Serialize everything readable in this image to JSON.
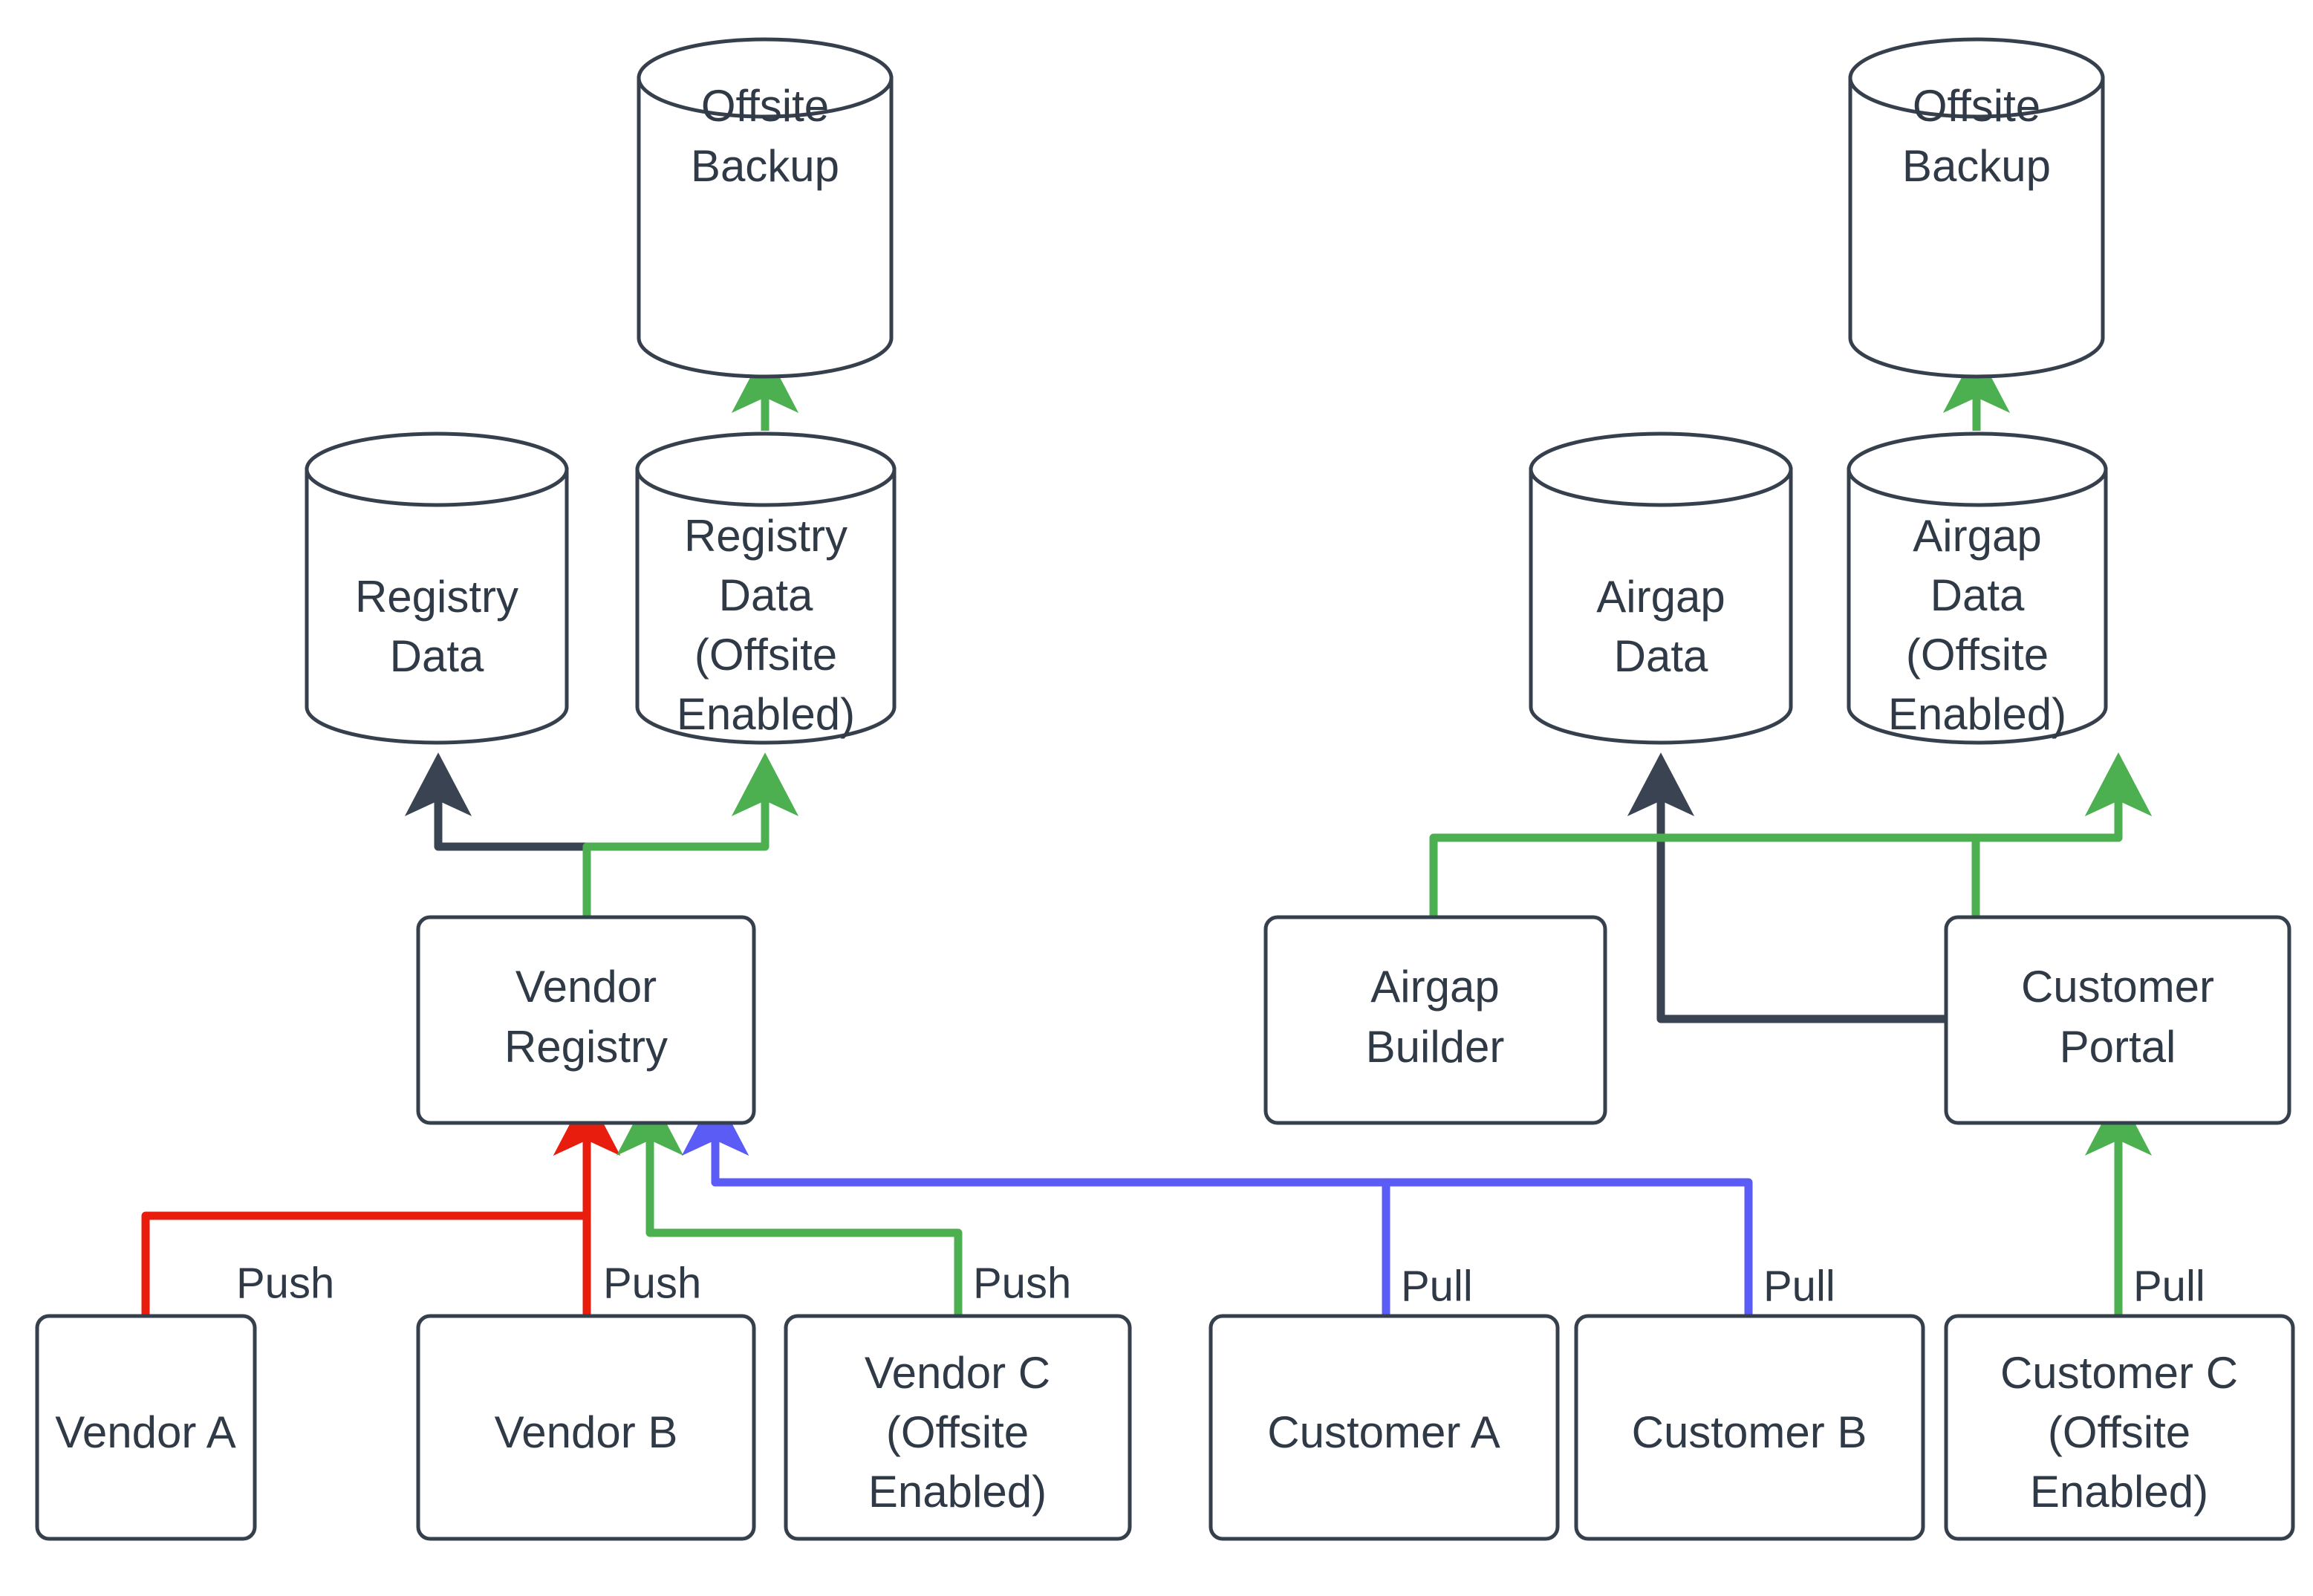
{
  "diagram": {
    "type": "flowchart",
    "title": "Vendor / Customer registry replication and offsite backup flow",
    "background": "#ffffff",
    "colors": {
      "node_stroke": "#36404d",
      "node_fill": "#ffffff",
      "text": "#2f3a46",
      "edge_default": "#3a4351",
      "edge_green": "#4caf50",
      "edge_red": "#e81d0e",
      "edge_purple": "#5b5bf5"
    },
    "nodes": [
      {
        "id": "offsite_backup_left",
        "shape": "cylinder",
        "lines": [
          "Offsite",
          "Backup"
        ]
      },
      {
        "id": "registry_data",
        "shape": "cylinder",
        "lines": [
          "Registry",
          "Data"
        ]
      },
      {
        "id": "registry_data_offsite",
        "shape": "cylinder",
        "lines": [
          "Registry",
          "Data",
          "(Offsite",
          "Enabled)"
        ]
      },
      {
        "id": "vendor_registry",
        "shape": "rect",
        "lines": [
          "Vendor",
          "Registry"
        ]
      },
      {
        "id": "vendor_a",
        "shape": "rect",
        "lines": [
          "Vendor A"
        ]
      },
      {
        "id": "vendor_b",
        "shape": "rect",
        "lines": [
          "Vendor B"
        ]
      },
      {
        "id": "vendor_c",
        "shape": "rect",
        "lines": [
          "Vendor C",
          "(Offsite",
          "Enabled)"
        ]
      },
      {
        "id": "offsite_backup_right",
        "shape": "cylinder",
        "lines": [
          "Offsite",
          "Backup"
        ]
      },
      {
        "id": "airgap_data",
        "shape": "cylinder",
        "lines": [
          "Airgap",
          "Data"
        ]
      },
      {
        "id": "airgap_data_offsite",
        "shape": "cylinder",
        "lines": [
          "Airgap",
          "Data",
          "(Offsite",
          "Enabled)"
        ]
      },
      {
        "id": "airgap_builder",
        "shape": "rect",
        "lines": [
          "Airgap",
          "Builder"
        ]
      },
      {
        "id": "customer_portal",
        "shape": "rect",
        "lines": [
          "Customer",
          "Portal"
        ]
      },
      {
        "id": "customer_a",
        "shape": "rect",
        "lines": [
          "Customer A"
        ]
      },
      {
        "id": "customer_b",
        "shape": "rect",
        "lines": [
          "Customer B"
        ]
      },
      {
        "id": "customer_c",
        "shape": "rect",
        "lines": [
          "Customer C",
          "(Offsite",
          "Enabled)"
        ]
      }
    ],
    "edges": [
      {
        "id": "e1",
        "from": "registry_data_offsite",
        "to": "offsite_backup_left",
        "label": "",
        "color": "#4caf50"
      },
      {
        "id": "e2",
        "from": "vendor_registry",
        "to": "registry_data",
        "label": "",
        "color": "#3a4351"
      },
      {
        "id": "e3",
        "from": "vendor_registry",
        "to": "registry_data_offsite",
        "label": "",
        "color": "#4caf50"
      },
      {
        "id": "e4",
        "from": "vendor_a",
        "to": "vendor_registry",
        "label": "Push",
        "color": "#e81d0e"
      },
      {
        "id": "e5",
        "from": "vendor_b",
        "to": "vendor_registry",
        "label": "Push",
        "color": "#e81d0e"
      },
      {
        "id": "e6",
        "from": "vendor_c",
        "to": "vendor_registry",
        "label": "Push",
        "color": "#4caf50"
      },
      {
        "id": "e7",
        "from": "airgap_data_offsite",
        "to": "offsite_backup_right",
        "label": "",
        "color": "#4caf50"
      },
      {
        "id": "e8",
        "from": "customer_portal",
        "to": "airgap_data",
        "label": "",
        "color": "#3a4351"
      },
      {
        "id": "e9",
        "from": "airgap_builder",
        "to": "airgap_data_offsite",
        "label": "",
        "color": "#4caf50"
      },
      {
        "id": "e10",
        "from": "customer_portal",
        "to": "airgap_data_offsite",
        "label": "",
        "color": "#4caf50"
      },
      {
        "id": "e11",
        "from": "customer_a",
        "to": "vendor_registry",
        "label": "Pull",
        "color": "#5b5bf5"
      },
      {
        "id": "e12",
        "from": "customer_b",
        "to": "vendor_registry",
        "label": "Pull",
        "color": "#5b5bf5"
      },
      {
        "id": "e13",
        "from": "customer_c",
        "to": "customer_portal",
        "label": "Pull",
        "color": "#4caf50"
      }
    ],
    "edge_labels": {
      "push_1": "Push",
      "push_2": "Push",
      "push_3": "Push",
      "pull_1": "Pull",
      "pull_2": "Pull",
      "pull_3": "Pull"
    },
    "node_text": {
      "offsite_backup_left": {
        "l1": "Offsite",
        "l2": "Backup"
      },
      "registry_data": {
        "l1": "Registry",
        "l2": "Data"
      },
      "registry_data_offsite": {
        "l1": "Registry",
        "l2": "Data",
        "l3": "(Offsite",
        "l4": "Enabled)"
      },
      "vendor_registry": {
        "l1": "Vendor",
        "l2": "Registry"
      },
      "vendor_a": {
        "l1": "Vendor A"
      },
      "vendor_b": {
        "l1": "Vendor B"
      },
      "vendor_c": {
        "l1": "Vendor C",
        "l2": "(Offsite",
        "l3": "Enabled)"
      },
      "offsite_backup_right": {
        "l1": "Offsite",
        "l2": "Backup"
      },
      "airgap_data": {
        "l1": "Airgap",
        "l2": "Data"
      },
      "airgap_data_offsite": {
        "l1": "Airgap",
        "l2": "Data",
        "l3": "(Offsite",
        "l4": "Enabled)"
      },
      "airgap_builder": {
        "l1": "Airgap",
        "l2": "Builder"
      },
      "customer_portal": {
        "l1": "Customer",
        "l2": "Portal"
      },
      "customer_a": {
        "l1": "Customer A"
      },
      "customer_b": {
        "l1": "Customer B"
      },
      "customer_c": {
        "l1": "Customer C",
        "l2": "(Offsite",
        "l3": "Enabled)"
      }
    }
  }
}
